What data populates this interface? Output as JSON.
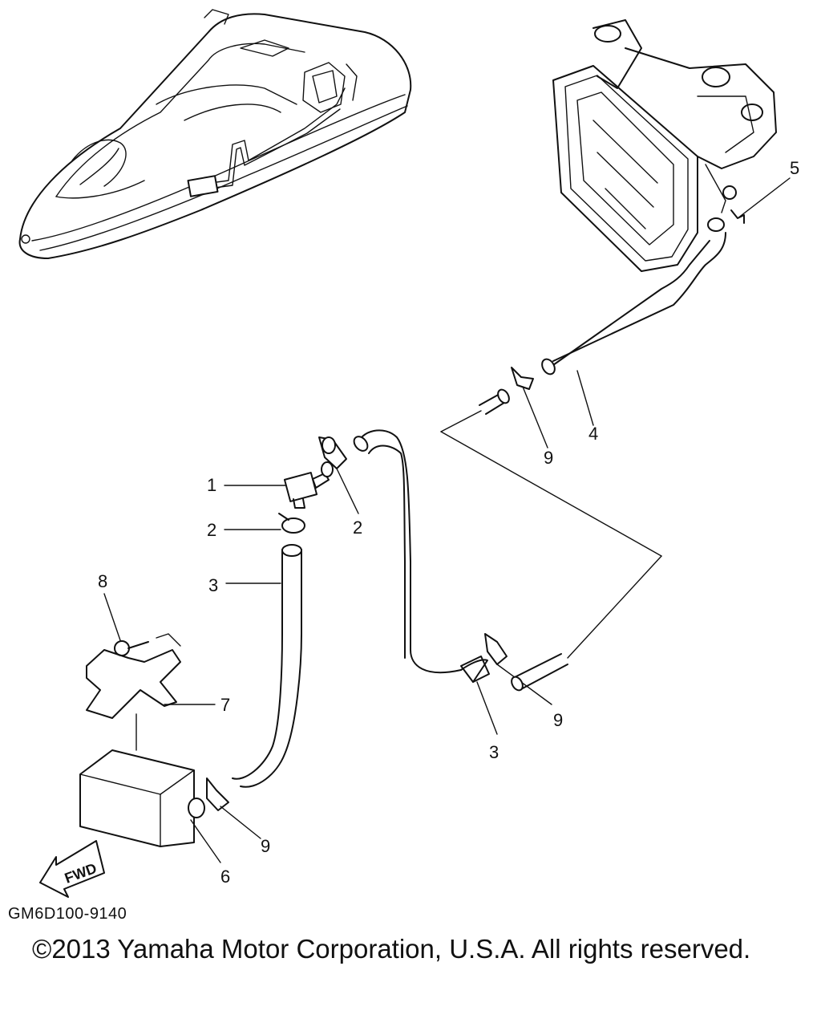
{
  "callouts": {
    "c1": "1",
    "c2a": "2",
    "c2b": "2",
    "c3a": "3",
    "c3b": "3",
    "c4": "4",
    "c5": "5",
    "c6": "6",
    "c7": "7",
    "c8": "8",
    "c9a": "9",
    "c9b": "9",
    "c9c": "9"
  },
  "fwd_label": "FWD",
  "diagram_code": "GM6D100-9140",
  "copyright": "©2013 Yamaha Motor Corporation, U.S.A. All rights reserved."
}
